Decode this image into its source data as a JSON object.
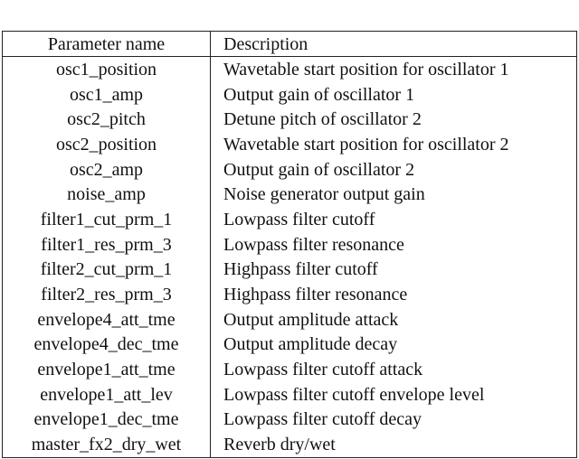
{
  "table": {
    "headers": [
      "Parameter name",
      "Description"
    ],
    "rows": [
      [
        "osc1_position",
        "Wavetable start position for oscillator 1"
      ],
      [
        "osc1_amp",
        "Output gain of oscillator 1"
      ],
      [
        "osc2_pitch",
        "Detune pitch of oscillator 2"
      ],
      [
        "osc2_position",
        "Wavetable start position for oscillator 2"
      ],
      [
        "osc2_amp",
        "Output gain of oscillator 2"
      ],
      [
        "noise_amp",
        "Noise generator output gain"
      ],
      [
        "filter1_cut_prm_1",
        "Lowpass filter cutoff"
      ],
      [
        "filter1_res_prm_3",
        "Lowpass filter resonance"
      ],
      [
        "filter2_cut_prm_1",
        "Highpass filter cutoff"
      ],
      [
        "filter2_res_prm_3",
        "Highpass filter resonance"
      ],
      [
        "envelope4_att_tme",
        "Output amplitude attack"
      ],
      [
        "envelope4_dec_tme",
        "Output amplitude decay"
      ],
      [
        "envelope1_att_tme",
        "Lowpass filter cutoff attack"
      ],
      [
        "envelope1_att_lev",
        "Lowpass filter cutoff envelope level"
      ],
      [
        "envelope1_dec_tme",
        "Lowpass filter cutoff decay"
      ],
      [
        "master_fx2_dry_wet",
        "Reverb dry/wet"
      ]
    ]
  }
}
